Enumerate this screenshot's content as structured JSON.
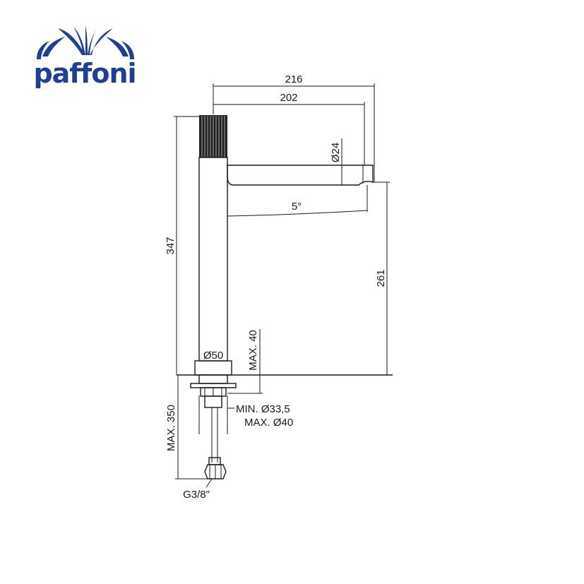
{
  "brand": {
    "name": "paffoni",
    "color": "#1f3f93"
  },
  "colors": {
    "line": "#1a1a1a",
    "knurl": "#222222"
  },
  "dimensions": {
    "overall_reach": "216",
    "spout_reach": "202",
    "spout_diameter": "Ø24",
    "spout_angle": "5°",
    "total_height": "347",
    "outlet_height": "261",
    "base_diameter": "Ø50",
    "max_deck_thickness": "MAX. 40",
    "hole_min": "MIN. Ø33,5",
    "hole_max": "MAX. Ø40",
    "max_hose_length": "MAX. 350",
    "connection_thread": "G3/8\""
  }
}
